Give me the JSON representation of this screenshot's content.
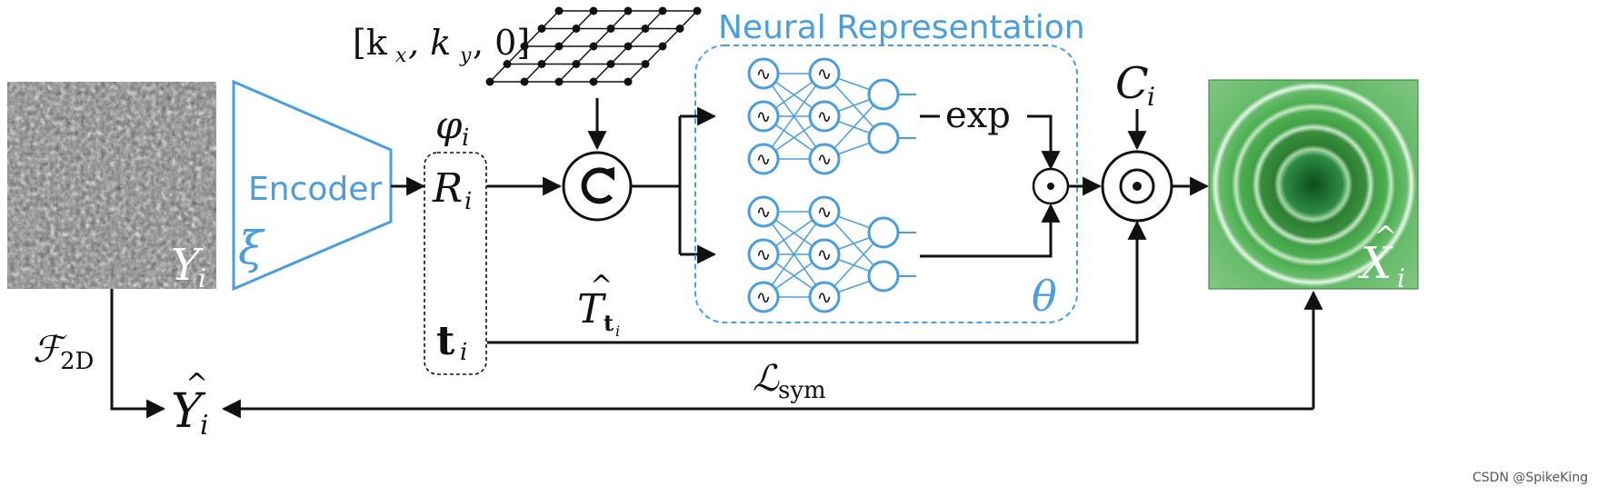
{
  "labels": {
    "yi": "Y",
    "yi_sub": "i",
    "encoder": "Encoder",
    "xi": "ξ",
    "phi": "φ",
    "phi_sub": "i",
    "ri": "R",
    "ri_sub": "i",
    "ti": "t",
    "ti_sub": "i",
    "k_grid": "[k",
    "k_x_sub": "x",
    "k_comma1": ", k",
    "k_y_sub": "y",
    "k_tail": ", 0]",
    "neural_title": "Neural Representation",
    "exp": "exp",
    "theta": "θ",
    "ci": "C",
    "ci_sub": "i",
    "xhat": "X",
    "xhat_sub": "i",
    "t_hat": "T",
    "t_hat_sub": "t",
    "t_hat_subsub": "i",
    "f2d": "ℱ",
    "f2d_sub": "2D",
    "yhat": "Y",
    "yhat_sub": "i",
    "lsym": "ℒ",
    "lsym_sub": "sym",
    "watermark": "CSDN @SpikeKing"
  },
  "colors": {
    "accent": "#4a9ede",
    "xhat_dark": "#1b5e20",
    "xhat_light": "#a5d6a7"
  },
  "icons": {
    "rotate": "rotate-icon",
    "sine": "sine-icon",
    "hadamard": "odot-icon"
  }
}
